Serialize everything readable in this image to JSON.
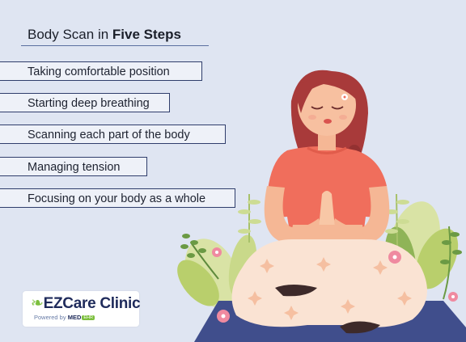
{
  "title": {
    "prefix": "Body Scan in ",
    "bold": "Five Steps"
  },
  "steps": [
    {
      "label": "Taking comfortable position"
    },
    {
      "label": "Starting deep breathing"
    },
    {
      "label": "Scanning each part of the body"
    },
    {
      "label": "Managing tension"
    },
    {
      "label": "Focusing on your body as a whole"
    }
  ],
  "logo": {
    "name": "EZCare Clinic",
    "powered_by": "Powered by",
    "powered_brand": "MED",
    "tag": "EHR"
  },
  "colors": {
    "background": "#dfe5f2",
    "step_border": "#2f3d6b",
    "shirt": "#f06e5c",
    "hair": "#a83a3a",
    "pants": "#fae3d3",
    "mat": "#404e8c",
    "brand_green": "#7cbf3d"
  }
}
